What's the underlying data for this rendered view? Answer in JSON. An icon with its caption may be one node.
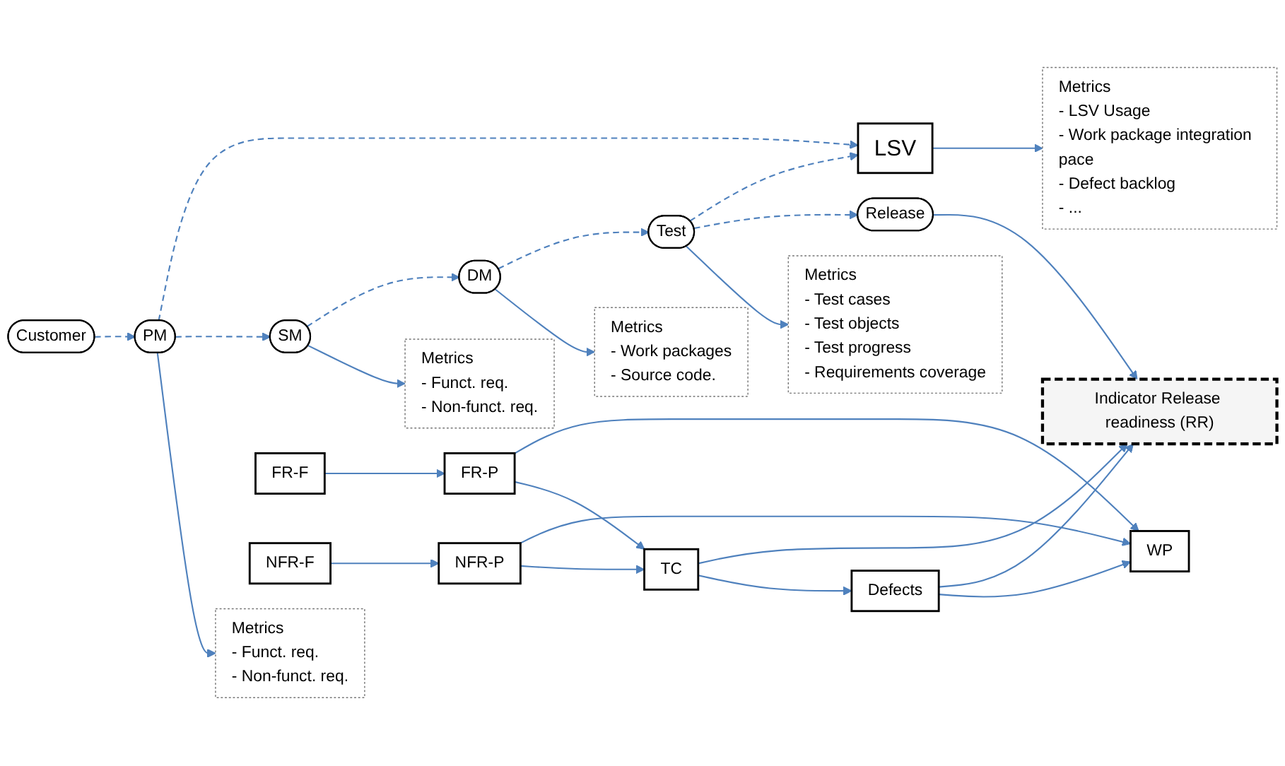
{
  "diagram": {
    "nodes": [
      {
        "text": [
          "FR-F"
        ]
      },
      {
        "text": [
          "FR-P"
        ]
      },
      {
        "text": [
          "NFR-F"
        ]
      },
      {
        "text": [
          "NFR-P"
        ]
      },
      {
        "text": [
          "TC"
        ]
      },
      {
        "text": [
          "WP"
        ]
      },
      {
        "text": [
          "Defects"
        ]
      },
      {
        "text": [
          "Indicator Release readiness (RR)"
        ]
      },
      {
        "text": [
          "Metrics",
          "- Funct. req.",
          "- Non-funct. req."
        ]
      },
      {
        "text": [
          "Metrics",
          "- Funct. req.",
          "- Non-funct. req."
        ]
      },
      {
        "text": [
          "Metrics",
          "- Work packages",
          "- Source code."
        ]
      },
      {
        "text": [
          "Metrics",
          "- Test cases",
          "- Test objects",
          "- Test progress",
          "- Requirements coverage"
        ]
      },
      {
        "text": [
          "Customer"
        ]
      },
      {
        "text": [
          "PM"
        ]
      },
      {
        "text": [
          "SM"
        ]
      },
      {
        "text": [
          "DM"
        ]
      },
      {
        "text": [
          "Test"
        ]
      },
      {
        "text": [
          "Release"
        ]
      },
      {
        "text": [
          "LSV"
        ]
      },
      {
        "text": [
          "Metrics",
          "- LSV Usage",
          "- Work package integration pace",
          "- Defect backlog",
          "- ..."
        ]
      }
    ],
    "edges": [
      {
        "from": 0,
        "to": 1,
        "arrow": "to"
      },
      {
        "from": 2,
        "to": 3,
        "arrow": "to"
      },
      {
        "from": 1,
        "to": 4,
        "arrow": "to"
      },
      {
        "from": 1,
        "to": 5,
        "arrow": "to"
      },
      {
        "from": 3,
        "to": 4,
        "arrow": "to"
      },
      {
        "from": 3,
        "to": 5,
        "arrow": "to"
      },
      {
        "from": 4,
        "to": 6,
        "arrow": "to"
      },
      {
        "from": 6,
        "to": 5,
        "arrow": "to"
      },
      {
        "from": 4,
        "to": 7,
        "arrow": "to"
      },
      {
        "from": 6,
        "to": 7,
        "arrow": "to"
      },
      {
        "from": 13,
        "to": 8,
        "arrow": "to"
      },
      {
        "from": 14,
        "to": 9,
        "arrow": "to"
      },
      {
        "from": 15,
        "to": 10,
        "arrow": "to"
      },
      {
        "from": 16,
        "to": 11,
        "arrow": "to"
      },
      {
        "from": 17,
        "to": 7,
        "arrow": "to"
      },
      {
        "from": 12,
        "to": 13,
        "arrow": "to",
        "style": "dashed"
      },
      {
        "from": 13,
        "to": 14,
        "arrow": "to",
        "style": "dashed"
      },
      {
        "from": 14,
        "to": 15,
        "arrow": "to",
        "style": "dashed"
      },
      {
        "from": 15,
        "to": 16,
        "arrow": "to",
        "style": "dashed"
      },
      {
        "from": 16,
        "to": 17,
        "arrow": "to",
        "style": "dashed"
      },
      {
        "from": 13,
        "to": 18,
        "arrow": "to",
        "style": "dashed"
      },
      {
        "from": 16,
        "to": 18,
        "arrow": "to",
        "style": "dashed"
      },
      {
        "from": 18,
        "to": 19,
        "arrow": "to"
      }
    ]
  }
}
